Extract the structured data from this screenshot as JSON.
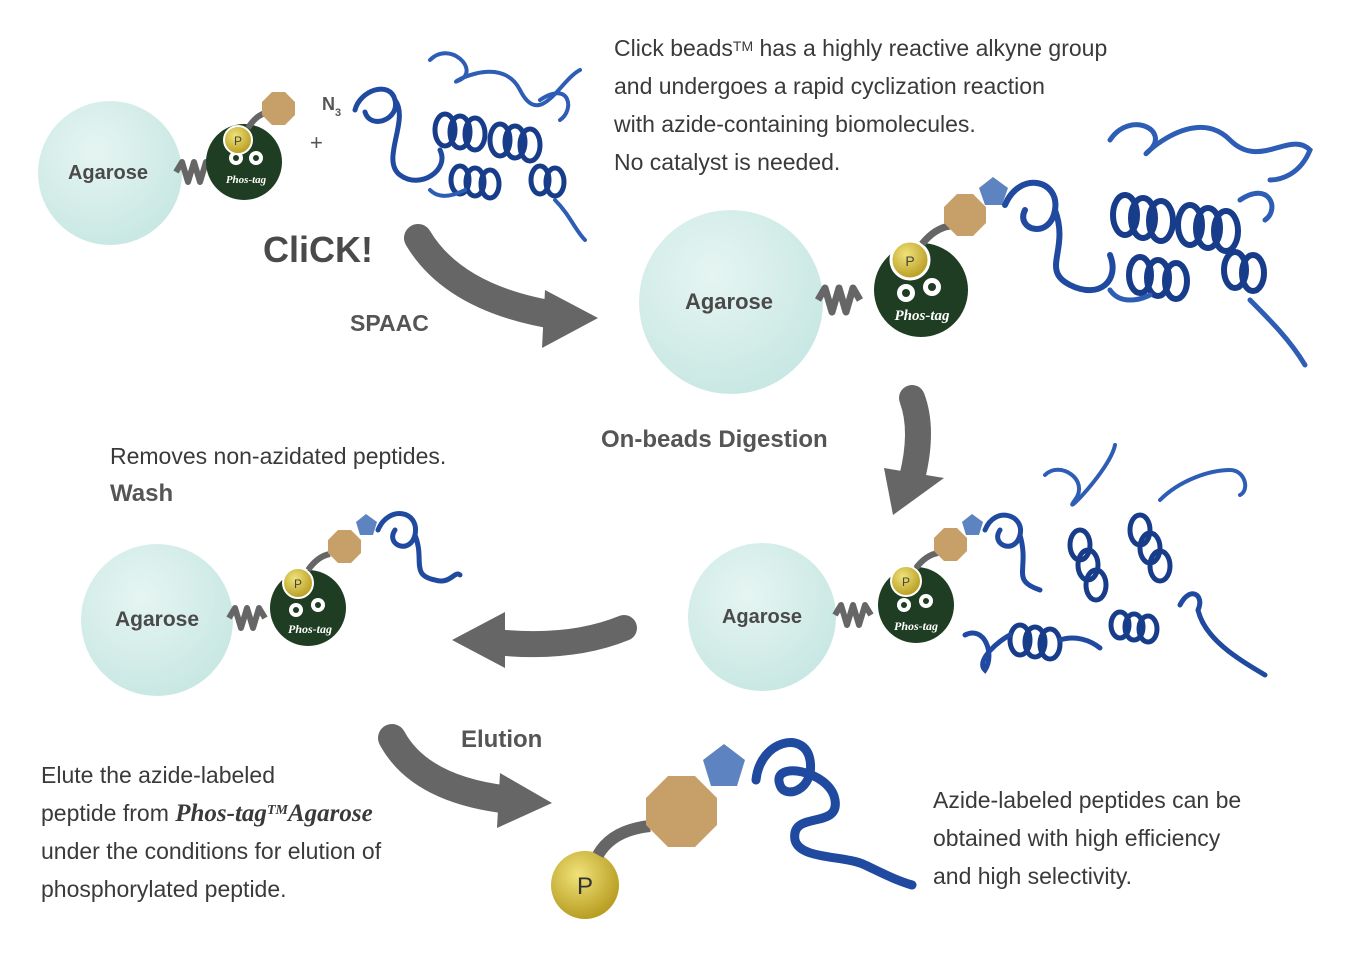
{
  "labels": {
    "agarose": "Agarose",
    "phos_tag": "Phos-tag",
    "p": "P",
    "n3": "N",
    "n3_sub": "3",
    "plus": "+"
  },
  "steps": {
    "click_title": "CliCK!",
    "spaac": "SPAAC",
    "on_beads_digestion": "On-beads Digestion",
    "wash": "Wash",
    "elution": "Elution"
  },
  "descriptions": {
    "click_beads": {
      "line1_pre": "Click beads",
      "line1_sup": "TM",
      "line1_post": " has a highly reactive alkyne group",
      "line2": "and undergoes a rapid cyclization reaction",
      "line3": "with azide-containing biomolecules.",
      "line4": "No catalyst is needed."
    },
    "wash": "Removes non-azidated peptides.",
    "elute": {
      "line1": "Elute the azide-labeled",
      "line2_pre": "peptide from ",
      "line2_brand": "Phos-tag",
      "line2_sup": "TM",
      "line2_brand2": "Agarose",
      "line3": "under the conditions for elution of",
      "line4": "phosphorylated peptide."
    },
    "result": {
      "line1": "Azide-labeled peptides can be",
      "line2": "obtained with high efficiency",
      "line3": "and high selectivity."
    }
  },
  "colors": {
    "agarose_bead": "#d3ede9",
    "phos_tag_body": "#1e3d22",
    "phosphate": "#c9b236",
    "octagon": "#c79f68",
    "pentagon": "#5d84c0",
    "protein": "#1f4aa0",
    "arrow": "#666666",
    "linker": "#666666"
  }
}
